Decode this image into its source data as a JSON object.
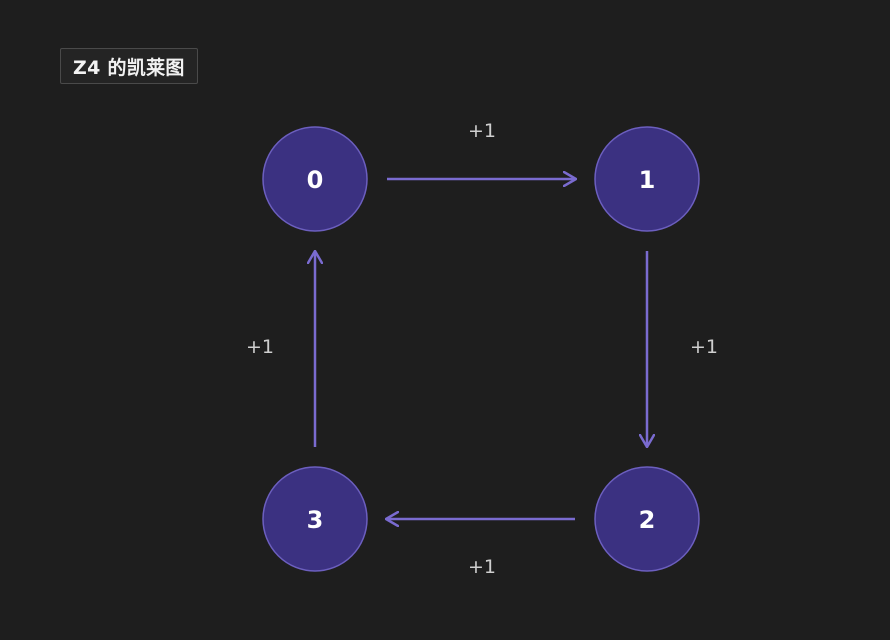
{
  "title": "Z4 的凯莱图",
  "colors": {
    "background": "#1e1e1e",
    "node_fill": "#3b3181",
    "node_stroke": "#6c5fbf",
    "edge": "#7a6bd0",
    "edge_label": "#cfcfcf"
  },
  "nodes": [
    {
      "id": "0",
      "label": "0"
    },
    {
      "id": "1",
      "label": "1"
    },
    {
      "id": "2",
      "label": "2"
    },
    {
      "id": "3",
      "label": "3"
    }
  ],
  "edges": [
    {
      "from": "0",
      "to": "1",
      "label": "+1"
    },
    {
      "from": "1",
      "to": "2",
      "label": "+1"
    },
    {
      "from": "2",
      "to": "3",
      "label": "+1"
    },
    {
      "from": "3",
      "to": "0",
      "label": "+1"
    }
  ]
}
